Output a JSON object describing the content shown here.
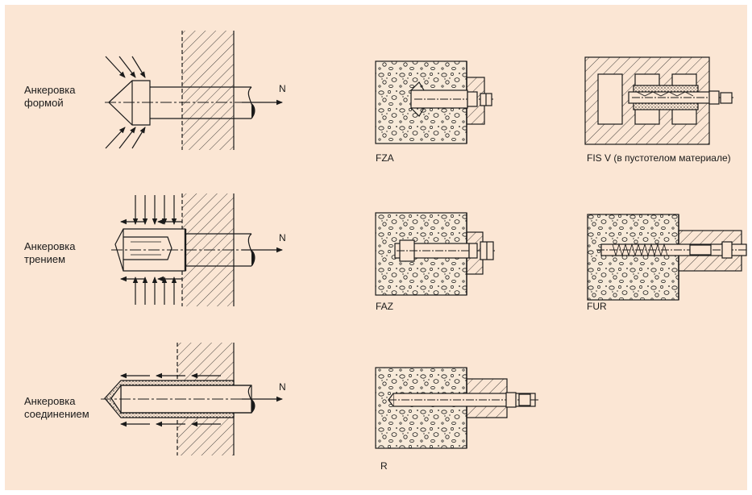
{
  "colors": {
    "background": "#fbe6d4",
    "ink": "#1a1a1a"
  },
  "principles": [
    {
      "label_line1": "Анкеровка",
      "label_line2": "формой",
      "force": "N"
    },
    {
      "label_line1": "Анкеровка",
      "label_line2": "трением",
      "force": "N"
    },
    {
      "label_line1": "Анкеровка",
      "label_line2": "соединением",
      "force": "N"
    }
  ],
  "anchors": [
    {
      "caption": "FZA"
    },
    {
      "caption": "FIS V (в пустотелом материале)"
    },
    {
      "caption": "FAZ"
    },
    {
      "caption": "FUR"
    },
    {
      "caption": "R"
    }
  ]
}
